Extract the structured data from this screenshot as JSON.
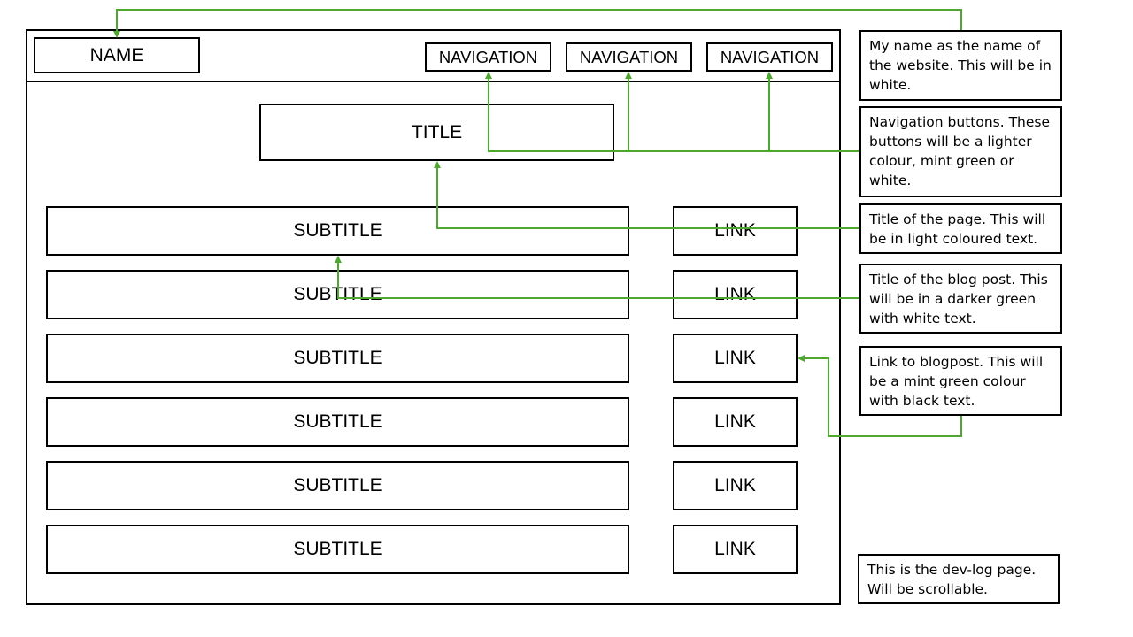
{
  "wireframe": {
    "name_label": "NAME",
    "navigation": [
      {
        "label": "NAVIGATION"
      },
      {
        "label": "NAVIGATION"
      },
      {
        "label": "NAVIGATION"
      }
    ],
    "title_label": "TITLE",
    "rows": [
      {
        "subtitle": "SUBTITLE",
        "link": "LINK"
      },
      {
        "subtitle": "SUBTITLE",
        "link": "LINK"
      },
      {
        "subtitle": "SUBTITLE",
        "link": "LINK"
      },
      {
        "subtitle": "SUBTITLE",
        "link": "LINK"
      },
      {
        "subtitle": "SUBTITLE",
        "link": "LINK"
      },
      {
        "subtitle": "SUBTITLE",
        "link": "LINK"
      }
    ]
  },
  "annotations": {
    "name_note": "My name as the name of the website. This will be in white.",
    "navigation_note": "Navigation buttons. These buttons will be a lighter colour, mint green or white.",
    "title_note": "Title of the page. This will be in light coloured text.",
    "subtitle_note": "Title of the blog post. This will be in a darker green with white text.",
    "link_note": "Link to blogpost. This will be a mint green colour with black text.",
    "page_note": "This is the dev-log page. Will be scrollable."
  },
  "colors": {
    "connector": "#4ea72e",
    "border": "#000000",
    "background": "#ffffff"
  }
}
